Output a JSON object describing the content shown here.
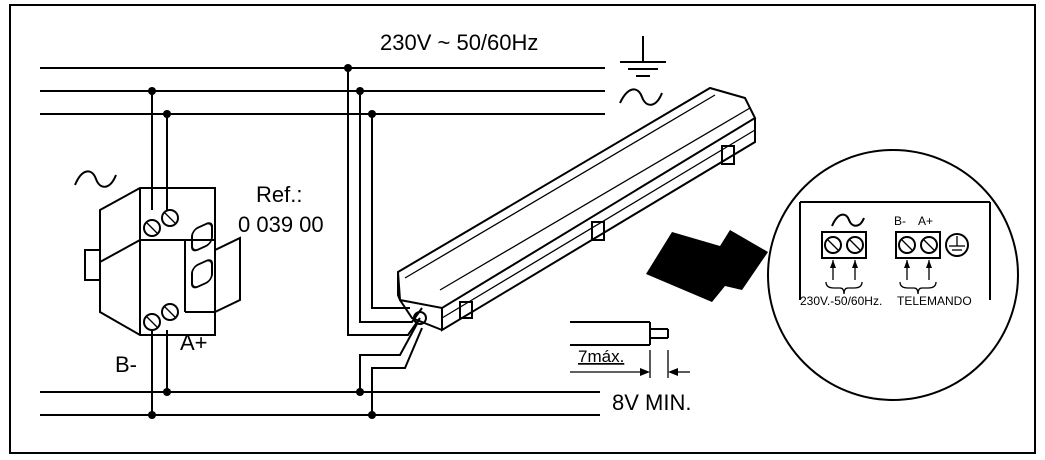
{
  "diagram": {
    "supply_label": "230V ~ 50/60Hz",
    "ac_symbol": "∼",
    "ref_label": "Ref.:",
    "ref_number": "0 039 00",
    "terminal_b": "B-",
    "terminal_a": "A+",
    "strip_length": "7máx.",
    "wire_section": "8V MIN.",
    "detail": {
      "ac_symbol": "∼",
      "b_label": "B-",
      "a_label": "A+",
      "supply_caption": "230V.-50/60Hz.",
      "remote_caption": "TELEMANDO"
    }
  }
}
